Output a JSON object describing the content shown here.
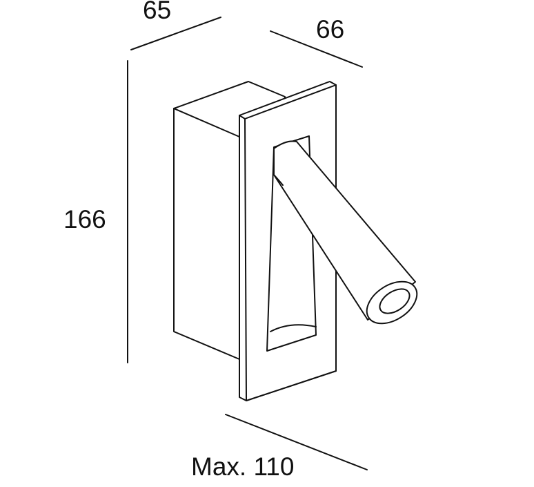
{
  "dimensions": {
    "depth_top": "65",
    "width_top": "66",
    "height": "166",
    "projection": "Max. 110"
  },
  "colors": {
    "line": "#111111",
    "background": "#ffffff"
  }
}
